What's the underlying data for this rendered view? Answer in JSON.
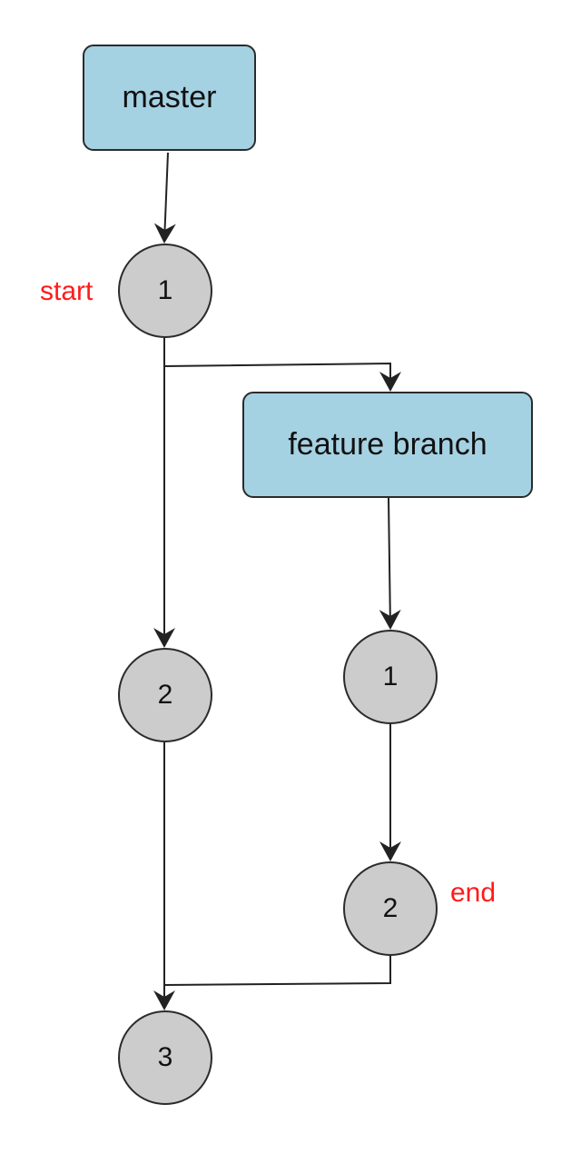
{
  "colors": {
    "branch_fill": "#a5d2e3",
    "commit_fill": "#cccccc",
    "annotation": "#ff1a1a",
    "edge": "#222222"
  },
  "branches": {
    "master_label": "master",
    "feature_label": "feature branch"
  },
  "commits": {
    "master": [
      "1",
      "2",
      "3"
    ],
    "feature": [
      "1",
      "2"
    ]
  },
  "annotations": {
    "start": "start",
    "end": "end"
  }
}
